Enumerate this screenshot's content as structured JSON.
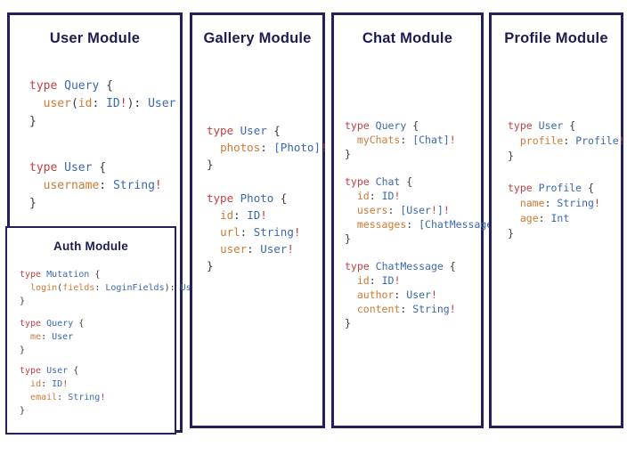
{
  "colors": {
    "panel_border": "#22215c",
    "title_text": "#1d1c4e",
    "code_keyword": "#bf4045",
    "code_type": "#3b68af",
    "code_field": "#cc7a35",
    "code_punctuation": "#3a3a3a",
    "code_non_null": "#c23b3b",
    "background": "#ffffff"
  },
  "modules": [
    {
      "title": "User Module",
      "blocks": [
        [
          [
            [
              "k",
              "type"
            ],
            [
              "p",
              " "
            ],
            [
              "t",
              "Query"
            ],
            [
              "p",
              " {"
            ]
          ],
          [
            [
              "p",
              "  "
            ],
            [
              "f",
              "user"
            ],
            [
              "p",
              "("
            ],
            [
              "f",
              "id"
            ],
            [
              "p",
              ": "
            ],
            [
              "t",
              "ID"
            ],
            [
              "b",
              "!"
            ],
            [
              "p",
              "): "
            ],
            [
              "t",
              "User"
            ]
          ],
          [
            [
              "p",
              "}"
            ]
          ]
        ],
        [
          [
            [
              "k",
              "type"
            ],
            [
              "p",
              " "
            ],
            [
              "t",
              "User"
            ],
            [
              "p",
              " {"
            ]
          ],
          [
            [
              "p",
              "  "
            ],
            [
              "f",
              "username"
            ],
            [
              "p",
              ": "
            ],
            [
              "t",
              "String"
            ],
            [
              "b",
              "!"
            ]
          ],
          [
            [
              "p",
              "}"
            ]
          ]
        ]
      ]
    },
    {
      "title": "Auth Module",
      "blocks": [
        [
          [
            [
              "k",
              "type"
            ],
            [
              "p",
              " "
            ],
            [
              "t",
              "Mutation"
            ],
            [
              "p",
              " {"
            ]
          ],
          [
            [
              "p",
              "  "
            ],
            [
              "f",
              "login"
            ],
            [
              "p",
              "("
            ],
            [
              "f",
              "fields"
            ],
            [
              "p",
              ": "
            ],
            [
              "t",
              "LoginFields"
            ],
            [
              "p",
              "): "
            ],
            [
              "t",
              "User"
            ]
          ],
          [
            [
              "p",
              "}"
            ]
          ]
        ],
        [
          [
            [
              "k",
              "type"
            ],
            [
              "p",
              " "
            ],
            [
              "t",
              "Query"
            ],
            [
              "p",
              " {"
            ]
          ],
          [
            [
              "p",
              "  "
            ],
            [
              "f",
              "me"
            ],
            [
              "p",
              ": "
            ],
            [
              "t",
              "User"
            ]
          ],
          [
            [
              "p",
              "}"
            ]
          ]
        ],
        [
          [
            [
              "k",
              "type"
            ],
            [
              "p",
              " "
            ],
            [
              "t",
              "User"
            ],
            [
              "p",
              " {"
            ]
          ],
          [
            [
              "p",
              "  "
            ],
            [
              "f",
              "id"
            ],
            [
              "p",
              ": "
            ],
            [
              "t",
              "ID"
            ],
            [
              "b",
              "!"
            ]
          ],
          [
            [
              "p",
              "  "
            ],
            [
              "f",
              "email"
            ],
            [
              "p",
              ": "
            ],
            [
              "t",
              "String"
            ],
            [
              "b",
              "!"
            ]
          ],
          [
            [
              "p",
              "}"
            ]
          ]
        ]
      ]
    },
    {
      "title": "Gallery Module",
      "blocks": [
        [
          [
            [
              "k",
              "type"
            ],
            [
              "p",
              " "
            ],
            [
              "t",
              "User"
            ],
            [
              "p",
              " {"
            ]
          ],
          [
            [
              "p",
              "  "
            ],
            [
              "f",
              "photos"
            ],
            [
              "p",
              ": "
            ],
            [
              "t",
              "[Photo]"
            ],
            [
              "b",
              "!"
            ]
          ],
          [
            [
              "p",
              "}"
            ]
          ]
        ],
        [
          [
            [
              "k",
              "type"
            ],
            [
              "p",
              " "
            ],
            [
              "t",
              "Photo"
            ],
            [
              "p",
              " {"
            ]
          ],
          [
            [
              "p",
              "  "
            ],
            [
              "f",
              "id"
            ],
            [
              "p",
              ": "
            ],
            [
              "t",
              "ID"
            ],
            [
              "b",
              "!"
            ]
          ],
          [
            [
              "p",
              "  "
            ],
            [
              "f",
              "url"
            ],
            [
              "p",
              ": "
            ],
            [
              "t",
              "String"
            ],
            [
              "b",
              "!"
            ]
          ],
          [
            [
              "p",
              "  "
            ],
            [
              "f",
              "user"
            ],
            [
              "p",
              ": "
            ],
            [
              "t",
              "User"
            ],
            [
              "b",
              "!"
            ]
          ],
          [
            [
              "p",
              "}"
            ]
          ]
        ]
      ]
    },
    {
      "title": "Chat Module",
      "blocks": [
        [
          [
            [
              "k",
              "type"
            ],
            [
              "p",
              " "
            ],
            [
              "t",
              "Query"
            ],
            [
              "p",
              " {"
            ]
          ],
          [
            [
              "p",
              "  "
            ],
            [
              "f",
              "myChats"
            ],
            [
              "p",
              ": "
            ],
            [
              "t",
              "[Chat]"
            ],
            [
              "b",
              "!"
            ]
          ],
          [
            [
              "p",
              "}"
            ]
          ]
        ],
        [
          [
            [
              "k",
              "type"
            ],
            [
              "p",
              " "
            ],
            [
              "t",
              "Chat"
            ],
            [
              "p",
              " {"
            ]
          ],
          [
            [
              "p",
              "  "
            ],
            [
              "f",
              "id"
            ],
            [
              "p",
              ": "
            ],
            [
              "t",
              "ID"
            ],
            [
              "b",
              "!"
            ]
          ],
          [
            [
              "p",
              "  "
            ],
            [
              "f",
              "users"
            ],
            [
              "p",
              ": "
            ],
            [
              "t",
              "[User"
            ],
            [
              "b",
              "!"
            ],
            [
              "t",
              "]"
            ],
            [
              "b",
              "!"
            ]
          ],
          [
            [
              "p",
              "  "
            ],
            [
              "f",
              "messages"
            ],
            [
              "p",
              ": "
            ],
            [
              "t",
              "[ChatMessage]"
            ],
            [
              "b",
              "!"
            ]
          ],
          [
            [
              "p",
              "}"
            ]
          ]
        ],
        [
          [
            [
              "k",
              "type"
            ],
            [
              "p",
              " "
            ],
            [
              "t",
              "ChatMessage"
            ],
            [
              "p",
              " {"
            ]
          ],
          [
            [
              "p",
              "  "
            ],
            [
              "f",
              "id"
            ],
            [
              "p",
              ": "
            ],
            [
              "t",
              "ID"
            ],
            [
              "b",
              "!"
            ]
          ],
          [
            [
              "p",
              "  "
            ],
            [
              "f",
              "author"
            ],
            [
              "p",
              ": "
            ],
            [
              "t",
              "User"
            ],
            [
              "b",
              "!"
            ]
          ],
          [
            [
              "p",
              "  "
            ],
            [
              "f",
              "content"
            ],
            [
              "p",
              ": "
            ],
            [
              "t",
              "String"
            ],
            [
              "b",
              "!"
            ]
          ],
          [
            [
              "p",
              "}"
            ]
          ]
        ]
      ]
    },
    {
      "title": "Profile Module",
      "blocks": [
        [
          [
            [
              "k",
              "type"
            ],
            [
              "p",
              " "
            ],
            [
              "t",
              "User"
            ],
            [
              "p",
              " {"
            ]
          ],
          [
            [
              "p",
              "  "
            ],
            [
              "f",
              "profile"
            ],
            [
              "p",
              ": "
            ],
            [
              "t",
              "Profile"
            ],
            [
              "b",
              "!"
            ]
          ],
          [
            [
              "p",
              "}"
            ]
          ]
        ],
        [
          [
            [
              "k",
              "type"
            ],
            [
              "p",
              " "
            ],
            [
              "t",
              "Profile"
            ],
            [
              "p",
              " {"
            ]
          ],
          [
            [
              "p",
              "  "
            ],
            [
              "f",
              "name"
            ],
            [
              "p",
              ": "
            ],
            [
              "t",
              "String"
            ],
            [
              "b",
              "!"
            ]
          ],
          [
            [
              "p",
              "  "
            ],
            [
              "f",
              "age"
            ],
            [
              "p",
              ": "
            ],
            [
              "t",
              "Int"
            ]
          ],
          [
            [
              "p",
              "}"
            ]
          ]
        ]
      ]
    }
  ]
}
